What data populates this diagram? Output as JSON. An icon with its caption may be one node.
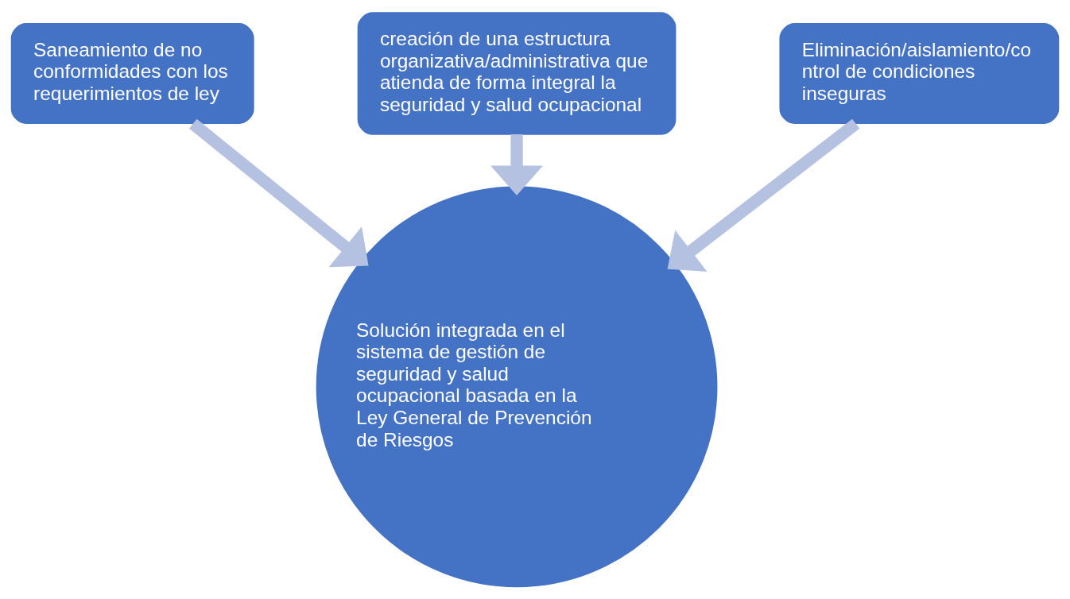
{
  "diagram": {
    "nodes": [
      {
        "text": [
          "creación de una estructura organizativa/administrativa que atienda de forma integral la seguridad y salud ocupacional"
        ]
      },
      {
        "text": [
          "Saneamiento de no conformidades con los requerimientos de ley"
        ]
      },
      {
        "text": [
          "Eliminación/aislamiento/control de condiciones inseguras"
        ]
      },
      {
        "text": [
          "Solución integrada en el sistema de gestión de seguridad y salud ocupacional basada en la Ley General de Prevención de Riesgos"
        ]
      }
    ],
    "edges": [
      {
        "from": 0,
        "to": 3,
        "arrow": "to"
      },
      {
        "from": 1,
        "to": 3,
        "arrow": "to"
      },
      {
        "from": 2,
        "to": 3,
        "arrow": "to"
      }
    ]
  }
}
